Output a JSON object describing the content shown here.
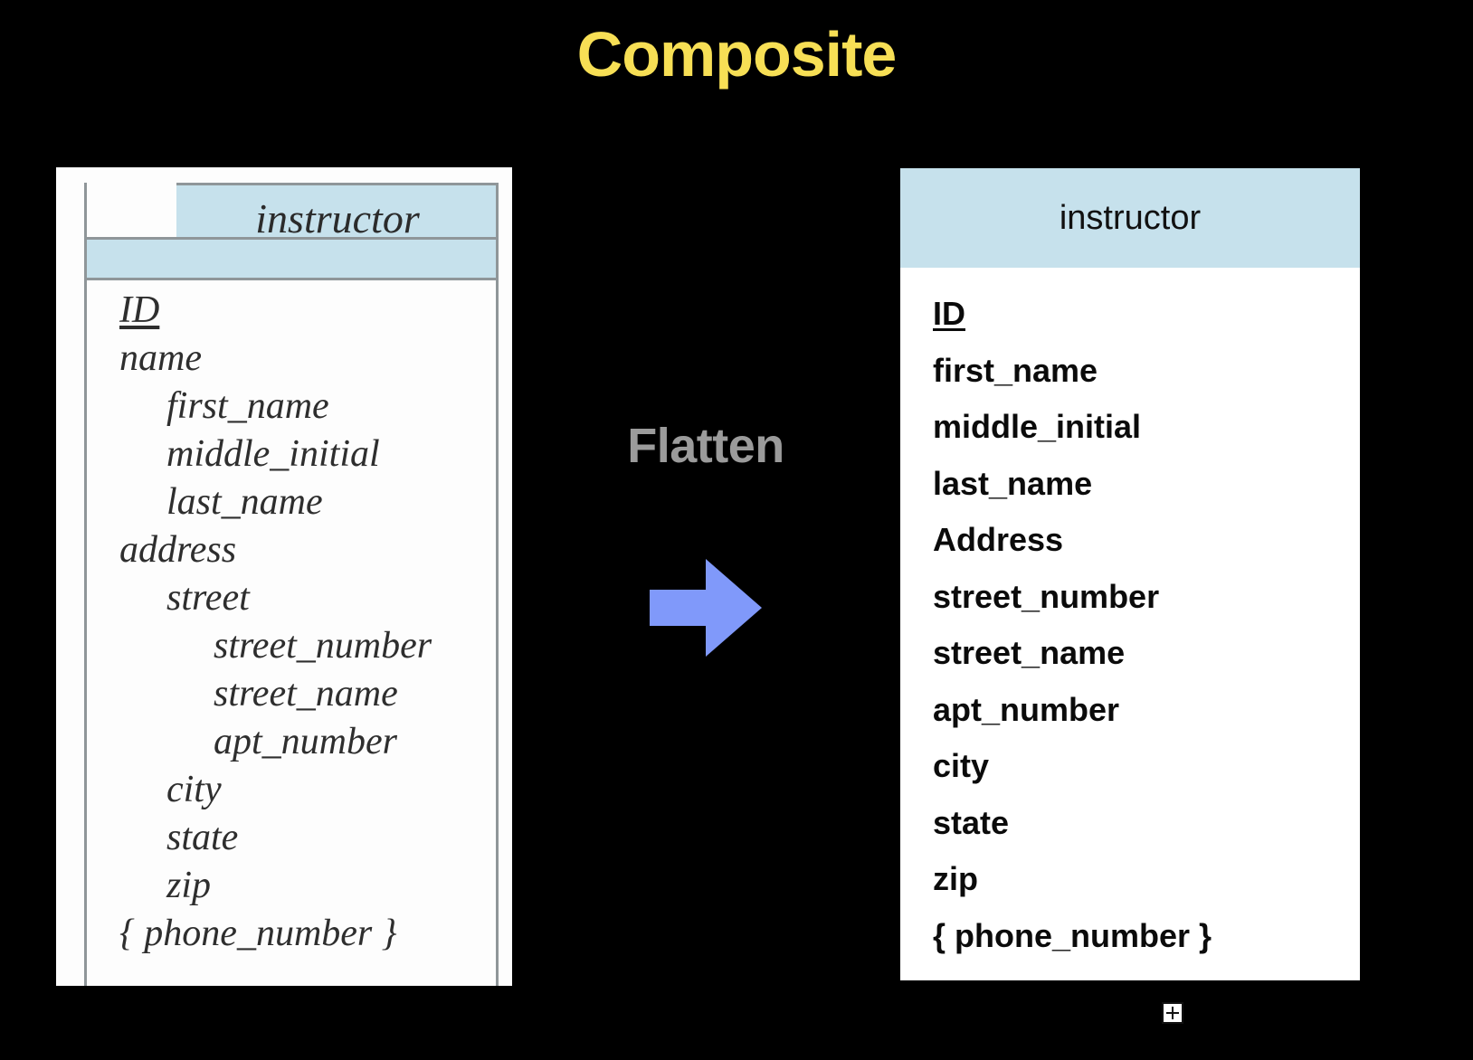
{
  "slide": {
    "title": "Composite",
    "title_color": "#F7DF55",
    "background_color": "#000000"
  },
  "left_figure": {
    "kind": "scanned-er-diagram",
    "entity_name": "instructor",
    "header_color": "#C6E1EC",
    "border_color": "#8F9699",
    "paper_color": "#FDFDFD",
    "attributes": [
      {
        "label": "ID",
        "level": 0,
        "primary_key": true
      },
      {
        "label": "name",
        "level": 0,
        "primary_key": false
      },
      {
        "label": "first_name",
        "level": 1,
        "primary_key": false
      },
      {
        "label": "middle_initial",
        "level": 1,
        "primary_key": false
      },
      {
        "label": "last_name",
        "level": 1,
        "primary_key": false
      },
      {
        "label": "address",
        "level": 0,
        "primary_key": false
      },
      {
        "label": "street",
        "level": 1,
        "primary_key": false
      },
      {
        "label": "street_number",
        "level": 2,
        "primary_key": false
      },
      {
        "label": "street_name",
        "level": 2,
        "primary_key": false
      },
      {
        "label": "apt_number",
        "level": 2,
        "primary_key": false
      },
      {
        "label": "city",
        "level": 1,
        "primary_key": false
      },
      {
        "label": "state",
        "level": 1,
        "primary_key": false
      },
      {
        "label": "zip",
        "level": 1,
        "primary_key": false
      },
      {
        "label": "{ phone_number }",
        "level": 0,
        "primary_key": false
      }
    ]
  },
  "transform": {
    "label": "Flatten",
    "label_color": "#9B9B9B",
    "arrow_icon": "arrow-right-icon",
    "arrow_color": "#8099FA"
  },
  "right_table": {
    "entity_name": "instructor",
    "header_color": "#C6E1EC",
    "background_color": "#FFFFFF",
    "attributes": [
      {
        "label": "ID",
        "primary_key": true
      },
      {
        "label": "first_name",
        "primary_key": false
      },
      {
        "label": "middle_initial",
        "primary_key": false
      },
      {
        "label": "last_name",
        "primary_key": false
      },
      {
        "label": "Address",
        "primary_key": false
      },
      {
        "label": "street_number",
        "primary_key": false
      },
      {
        "label": "street_name",
        "primary_key": false
      },
      {
        "label": "apt_number",
        "primary_key": false
      },
      {
        "label": "city",
        "primary_key": false
      },
      {
        "label": "state",
        "primary_key": false
      },
      {
        "label": "zip",
        "primary_key": false
      },
      {
        "label": "{ phone_number }",
        "primary_key": false
      }
    ]
  },
  "cursor": {
    "icon": "crosshair-cursor-icon"
  }
}
